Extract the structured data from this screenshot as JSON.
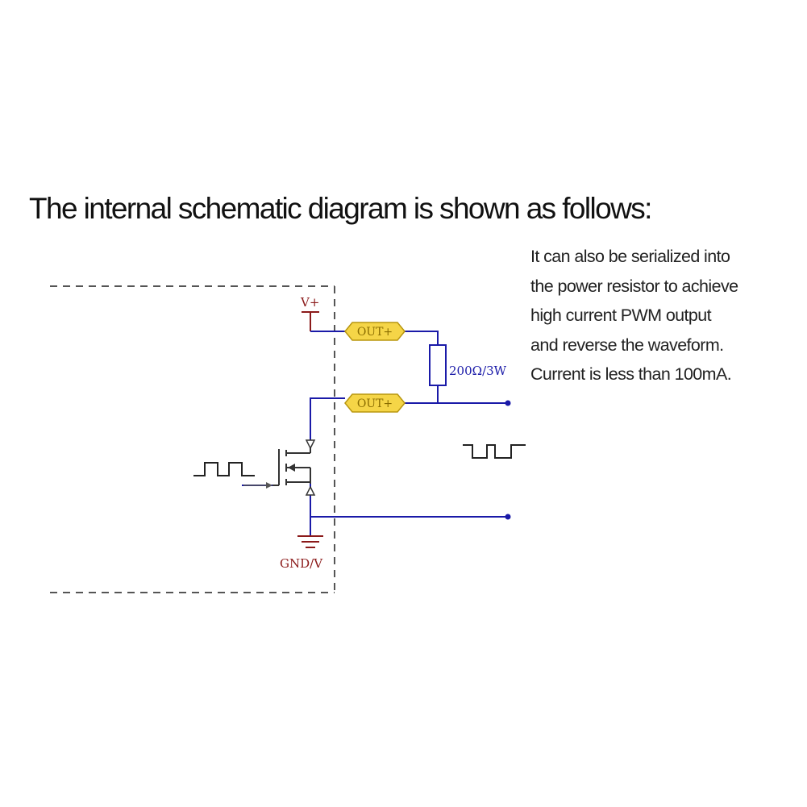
{
  "heading": "The internal schematic diagram is shown as follows:",
  "description_lines": [
    "It can also be serialized into",
    "the power resistor to achieve",
    "high current PWM output",
    "and reverse the waveform.",
    "Current is less than 100mA."
  ],
  "schematic": {
    "supply_label": "V+",
    "ground_label": "GND/V",
    "terminal_upper_label": "OUT+",
    "terminal_lower_label": "OUT+",
    "resistor_label": "200Ω/3W"
  },
  "colors": {
    "wire": "#1a1aa8",
    "power_symbol": "#8b1a1a",
    "terminal_fill": "#f5d547",
    "terminal_stroke": "#b8960f",
    "outline": "#333333",
    "terminal_text": "#8a6d00",
    "node": "#1a1aa8"
  }
}
